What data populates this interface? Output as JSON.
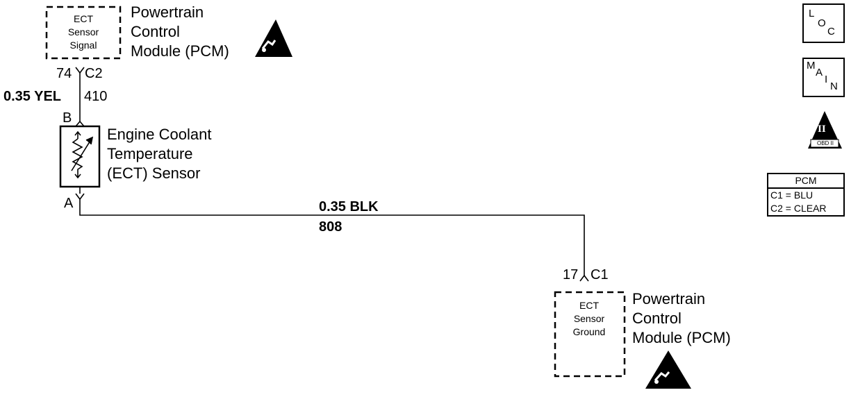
{
  "top_module": {
    "box_lines": [
      "ECT",
      "Sensor",
      "Signal"
    ],
    "label_lines": [
      "Powertrain",
      "Control",
      "Module (PCM)"
    ]
  },
  "bottom_module": {
    "box_lines": [
      "ECT",
      "Sensor",
      "Ground"
    ],
    "label_lines": [
      "Powertrain",
      "Control",
      "Module (PCM)"
    ]
  },
  "top_connector": {
    "pin": "74",
    "connector": "C2"
  },
  "bottom_connector": {
    "pin": "17",
    "connector": "C1"
  },
  "wire_signal": {
    "gauge_color": "0.35 YEL",
    "circuit": "410"
  },
  "wire_ground": {
    "gauge_color": "0.35 BLK",
    "circuit": "808"
  },
  "sensor": {
    "pin_b": "B",
    "pin_a": "A",
    "label_lines": [
      "Engine Coolant",
      "Temperature",
      "(ECT) Sensor"
    ]
  },
  "icons": {
    "loc": {
      "letters": [
        "L",
        "O",
        "C"
      ]
    },
    "main": {
      "letters": [
        "M",
        "A",
        "I",
        "N"
      ]
    },
    "obd": {
      "numeral": "II",
      "caption": "OBD II"
    }
  },
  "legend": {
    "title": "PCM",
    "rows": [
      "C1 = BLU",
      "C2 = CLEAR"
    ]
  }
}
